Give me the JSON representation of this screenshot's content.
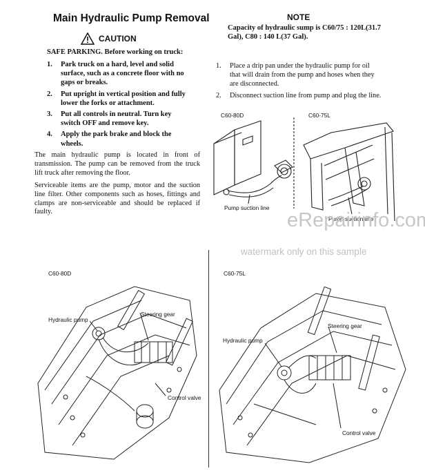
{
  "left": {
    "title": "Main Hydraulic Pump Removal",
    "caution_label": "CAUTION",
    "safe_parking": "SAFE PARKING. Before working on truck:",
    "steps": [
      {
        "num": "1.",
        "text": "Park truck on a hard, level and solid surface, such as a concrete floor with no gaps or breaks."
      },
      {
        "num": "2.",
        "text": "Put upright in vertical position and fully lower the forks or attachment."
      },
      {
        "num": "3.",
        "text": "Put all controls in neutral. Turn key switch OFF and remove key."
      },
      {
        "num": "4.",
        "text": "Apply the park brake and block the wheels."
      }
    ],
    "para1": "The main hydraulic pump is located in front of transmission. The pump can be removed from the truck lift truck after removing the floor.",
    "para2": "Serviceable items are the pump, motor and the suction line filter. Other components such as hoses, fittings and clamps are non-serviceable and should be replaced if faulty."
  },
  "right": {
    "note_heading": "NOTE",
    "note_text": "Capacity of hydraulic sump is C60/75 : 120L(31.7 Gal), C80 : 140 L(37 Gal).",
    "steps": [
      {
        "num": "1.",
        "text": "Place a drip pan under the hydraulic pump for oil that will drain from the pump and hoses when they are disconnected."
      },
      {
        "num": "2.",
        "text": "Disconnect suction line from pump and plug the line."
      }
    ]
  },
  "figure_top": {
    "label_left": "C60-80D",
    "label_right": "C60-75L",
    "callout_left": "Pump suction line",
    "callout_right": "Pump suction line"
  },
  "figure_bottom_left": {
    "model": "C60-80D",
    "callout_pump": "Hydraulic pump",
    "callout_steering": "Steering gear",
    "callout_valve": "Control valve"
  },
  "figure_bottom_right": {
    "model": "C60-75L",
    "callout_pump": "Hydraulic pump",
    "callout_steering": "Steering gear",
    "callout_valve": "Control valve"
  },
  "watermark": {
    "brand": "eRepairinfo.com",
    "sample": "watermark only on this sample"
  }
}
